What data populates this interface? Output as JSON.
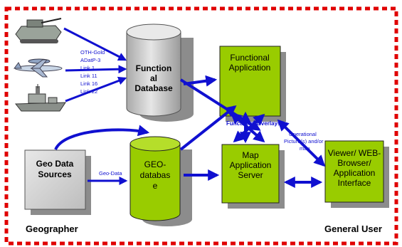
{
  "links_labels": [
    "OTH-Gold",
    "ADatP-3",
    "Link 1",
    "Link 11",
    "Link 16",
    "Link 22"
  ],
  "functional_database": {
    "label_lines": [
      "Function",
      "al",
      "Database"
    ]
  },
  "functional_application": {
    "label_lines": [
      "Functional",
      "Application"
    ]
  },
  "geo_data_sources": {
    "label_lines": [
      "Geo Data",
      "Sources"
    ]
  },
  "geo_database": {
    "label_lines": [
      "GEO-",
      "databas",
      "e"
    ]
  },
  "map_application_server": {
    "label_lines": [
      "Map",
      "Application",
      "Server"
    ]
  },
  "viewer": {
    "label_lines": [
      "Viewer/ WEB-",
      "Browser/",
      "Application",
      "Interface"
    ]
  },
  "arrow_labels": {
    "geo_data": "Geo-Data",
    "functional_overlays": "Functional Overlays",
    "operational_picture": [
      "Operational",
      "Picture(s) and/or",
      "map"
    ]
  },
  "roles": {
    "geographer": "Geographer",
    "general_user": "General User"
  },
  "colors": {
    "border_red": "#e00000",
    "arrow_blue": "#1010d0",
    "box_green": "#99cc00",
    "shadow_gray": "#8c8c8c",
    "cylinder_gray": "#cfcfcf"
  },
  "icons": [
    "tank-icon",
    "awacs-aircraft-icon",
    "warship-icon"
  ]
}
